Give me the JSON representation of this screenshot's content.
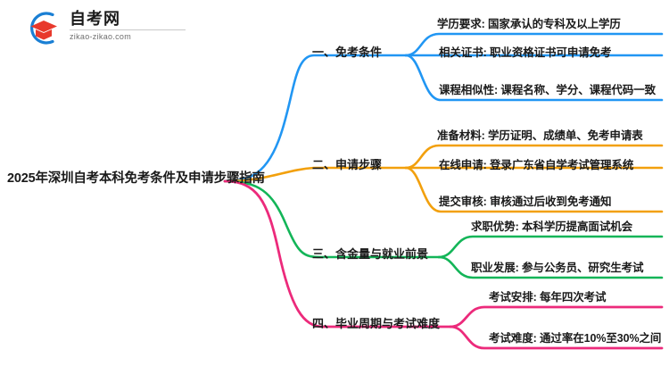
{
  "logo": {
    "title": "自考网",
    "subtitle": "zikao-zikao.com",
    "mark_icon": "graduation-cap-logo-icon",
    "ring_color": "#1a7fd4",
    "cap_color": "#e8392c"
  },
  "mindmap": {
    "root": {
      "label": "2025年深圳自考本科免考条件及申请步骤指南"
    },
    "branches": [
      {
        "label": "一、免考条件",
        "color": "#2196f3",
        "leaves": [
          "学历要求: 国家承认的专科及以上学历",
          "相关证书: 职业资格证书可申请免考",
          "课程相似性: 课程名称、学分、课程代码一致"
        ]
      },
      {
        "label": "二、申请步骤",
        "color": "#f2a00d",
        "leaves": [
          "准备材料: 学历证明、成绩单、免考申请表",
          "在线申请: 登录广东省自学考试管理系统",
          "提交审核: 审核通过后收到免考通知"
        ]
      },
      {
        "label": "三、含金量与就业前景",
        "color": "#13b558",
        "leaves": [
          "求职优势: 本科学历提高面试机会",
          "职业发展: 参与公务员、研究生考试"
        ]
      },
      {
        "label": "四、毕业周期与考试难度",
        "color": "#ec2a7b",
        "leaves": [
          "考试安排: 每年四次考试",
          "考试难度: 通过率在10%至30%之间"
        ]
      }
    ]
  }
}
